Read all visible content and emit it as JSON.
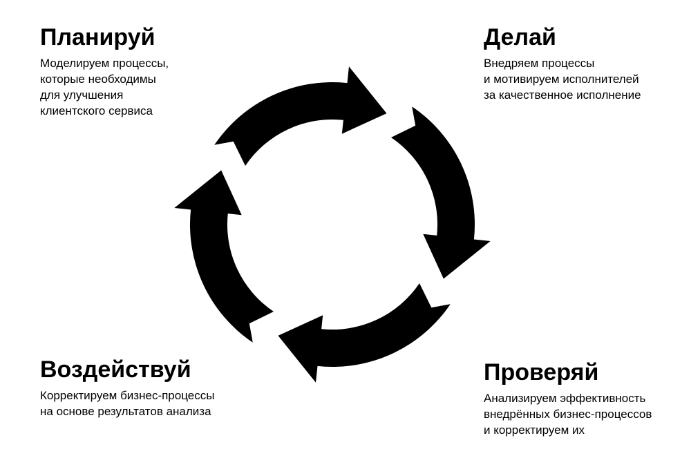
{
  "colors": {
    "background": "#ffffff",
    "arrows": "#000000",
    "text": "#000000"
  },
  "stages": {
    "plan": {
      "title": "Планируй",
      "lines": [
        "Моделируем процессы,",
        "которые необходимы",
        "для улучшения",
        "клиентского сервиса"
      ]
    },
    "do": {
      "title": "Делай",
      "lines": [
        "Внедряем процессы",
        "и мотивируем исполнителей",
        "за качественное исполнение"
      ]
    },
    "check": {
      "title": "Проверяй",
      "lines": [
        "Анализируем эффективность",
        "внедрённых бизнес-процессов",
        "и корректируем их"
      ]
    },
    "act": {
      "title": "Воздействуй",
      "lines": [
        "Корректируем бизнес-процессы",
        "на основе результатов анализа"
      ]
    }
  }
}
